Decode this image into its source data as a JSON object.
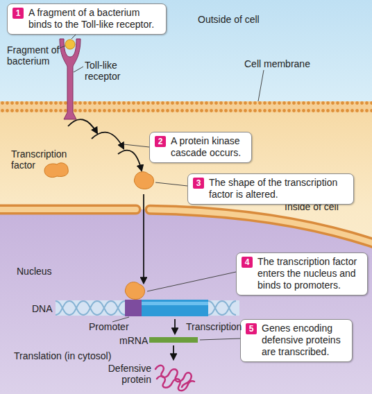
{
  "diagram": {
    "nodes": [
      {
        "text": [
          "Outside of cell"
        ]
      },
      {
        "text": [
          "1",
          "A fragment of a bacterium binds to the Toll-like receptor."
        ],
        "in": 0
      },
      {
        "text": [
          "Inside of cell"
        ]
      },
      {
        "text": [
          "2",
          "A protein kinase cascade occurs."
        ],
        "in": 2
      },
      {
        "text": [
          "3",
          "The shape of the transcription factor is altered."
        ],
        "in": 2
      },
      {
        "text": [
          "Nucleus"
        ],
        "in": 2
      },
      {
        "text": [
          "4",
          "The transcription factor enters the nucleus and binds to promoters."
        ],
        "in": 5
      },
      {
        "text": [
          "5",
          "Genes encoding defensive proteins are transcribed."
        ],
        "in": 5
      }
    ],
    "labels": [
      "Fragment of bacterium",
      "Toll-like receptor",
      "Cell membrane",
      "Transcription factor",
      "DNA",
      "Promoter",
      "Transcription",
      "mRNA",
      "Translation (in cytosol)",
      "Defensive protein"
    ]
  }
}
